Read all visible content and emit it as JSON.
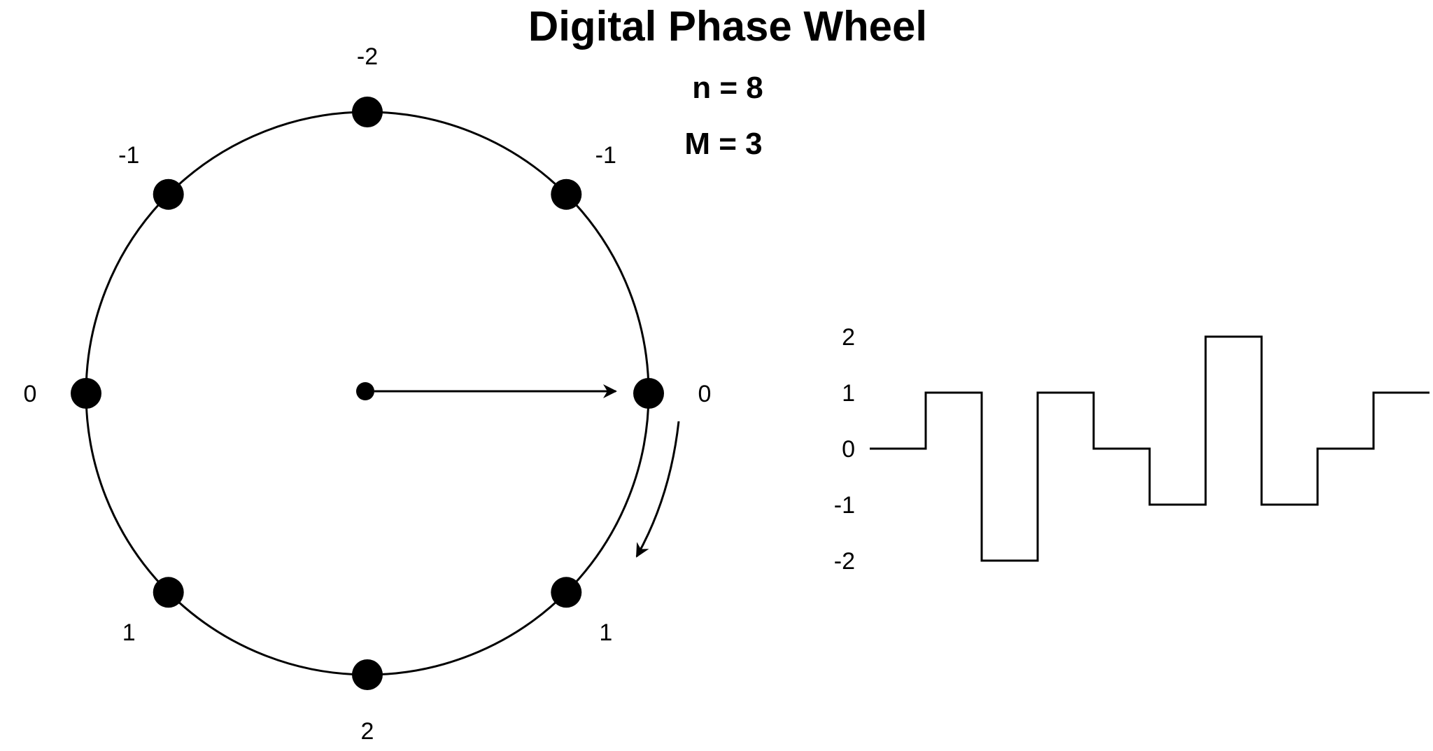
{
  "title": "Digital Phase Wheel",
  "params": {
    "n_label": "n = 8",
    "m_label": "M = 3"
  },
  "wheel": {
    "point_count": 8,
    "point_values": [
      "0",
      "1",
      "2",
      "1",
      "0",
      "-1",
      "-2",
      "-1"
    ],
    "direction": "clockwise"
  },
  "waveform": {
    "y_ticks": [
      "2",
      "1",
      "0",
      "-1",
      "-2"
    ],
    "levels": [
      0,
      1,
      -2,
      1,
      0,
      -1,
      2,
      -1,
      0,
      1
    ]
  },
  "colors": {
    "ink": "#000000",
    "background": "#ffffff"
  }
}
